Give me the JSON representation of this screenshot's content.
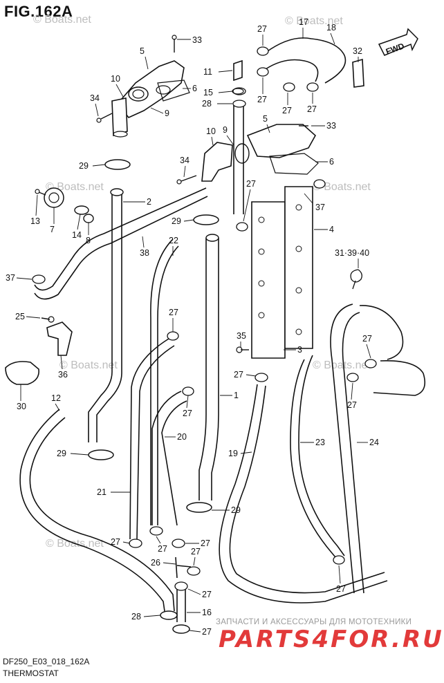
{
  "figure": {
    "title": "FIG.162A",
    "code": "DF250_E03_018_162A",
    "subtitle": "THERMOSTAT"
  },
  "watermarks": [
    "© Boats.net",
    "© Boats.net",
    "© Boats.net",
    "© Boats.net",
    "© Boats.net",
    "© Boats.net",
    "© Boats.net"
  ],
  "badges": {
    "fwd": "FWD"
  },
  "shop": {
    "line": "ЗАПЧАСТИ И АКСЕССУАРЫ ДЛЯ МОТОТЕХНИКИ",
    "logo": "PARTS4FOR.RU"
  },
  "callouts": [
    "33",
    "5",
    "10",
    "34",
    "6",
    "9",
    "29",
    "11",
    "15",
    "28",
    "27",
    "17",
    "18",
    "32",
    "27",
    "27",
    "27",
    "27",
    "9",
    "10",
    "5",
    "33",
    "34",
    "6",
    "13",
    "7",
    "14",
    "8",
    "2",
    "38",
    "29",
    "22",
    "27",
    "37",
    "4",
    "31·39·40",
    "37",
    "25",
    "36",
    "30",
    "12",
    "27",
    "35",
    "3",
    "27",
    "27",
    "27",
    "1",
    "20",
    "23",
    "24",
    "19",
    "29",
    "21",
    "29",
    "27",
    "27",
    "27",
    "26",
    "27",
    "27",
    "27",
    "16",
    "28",
    "27",
    "27"
  ]
}
